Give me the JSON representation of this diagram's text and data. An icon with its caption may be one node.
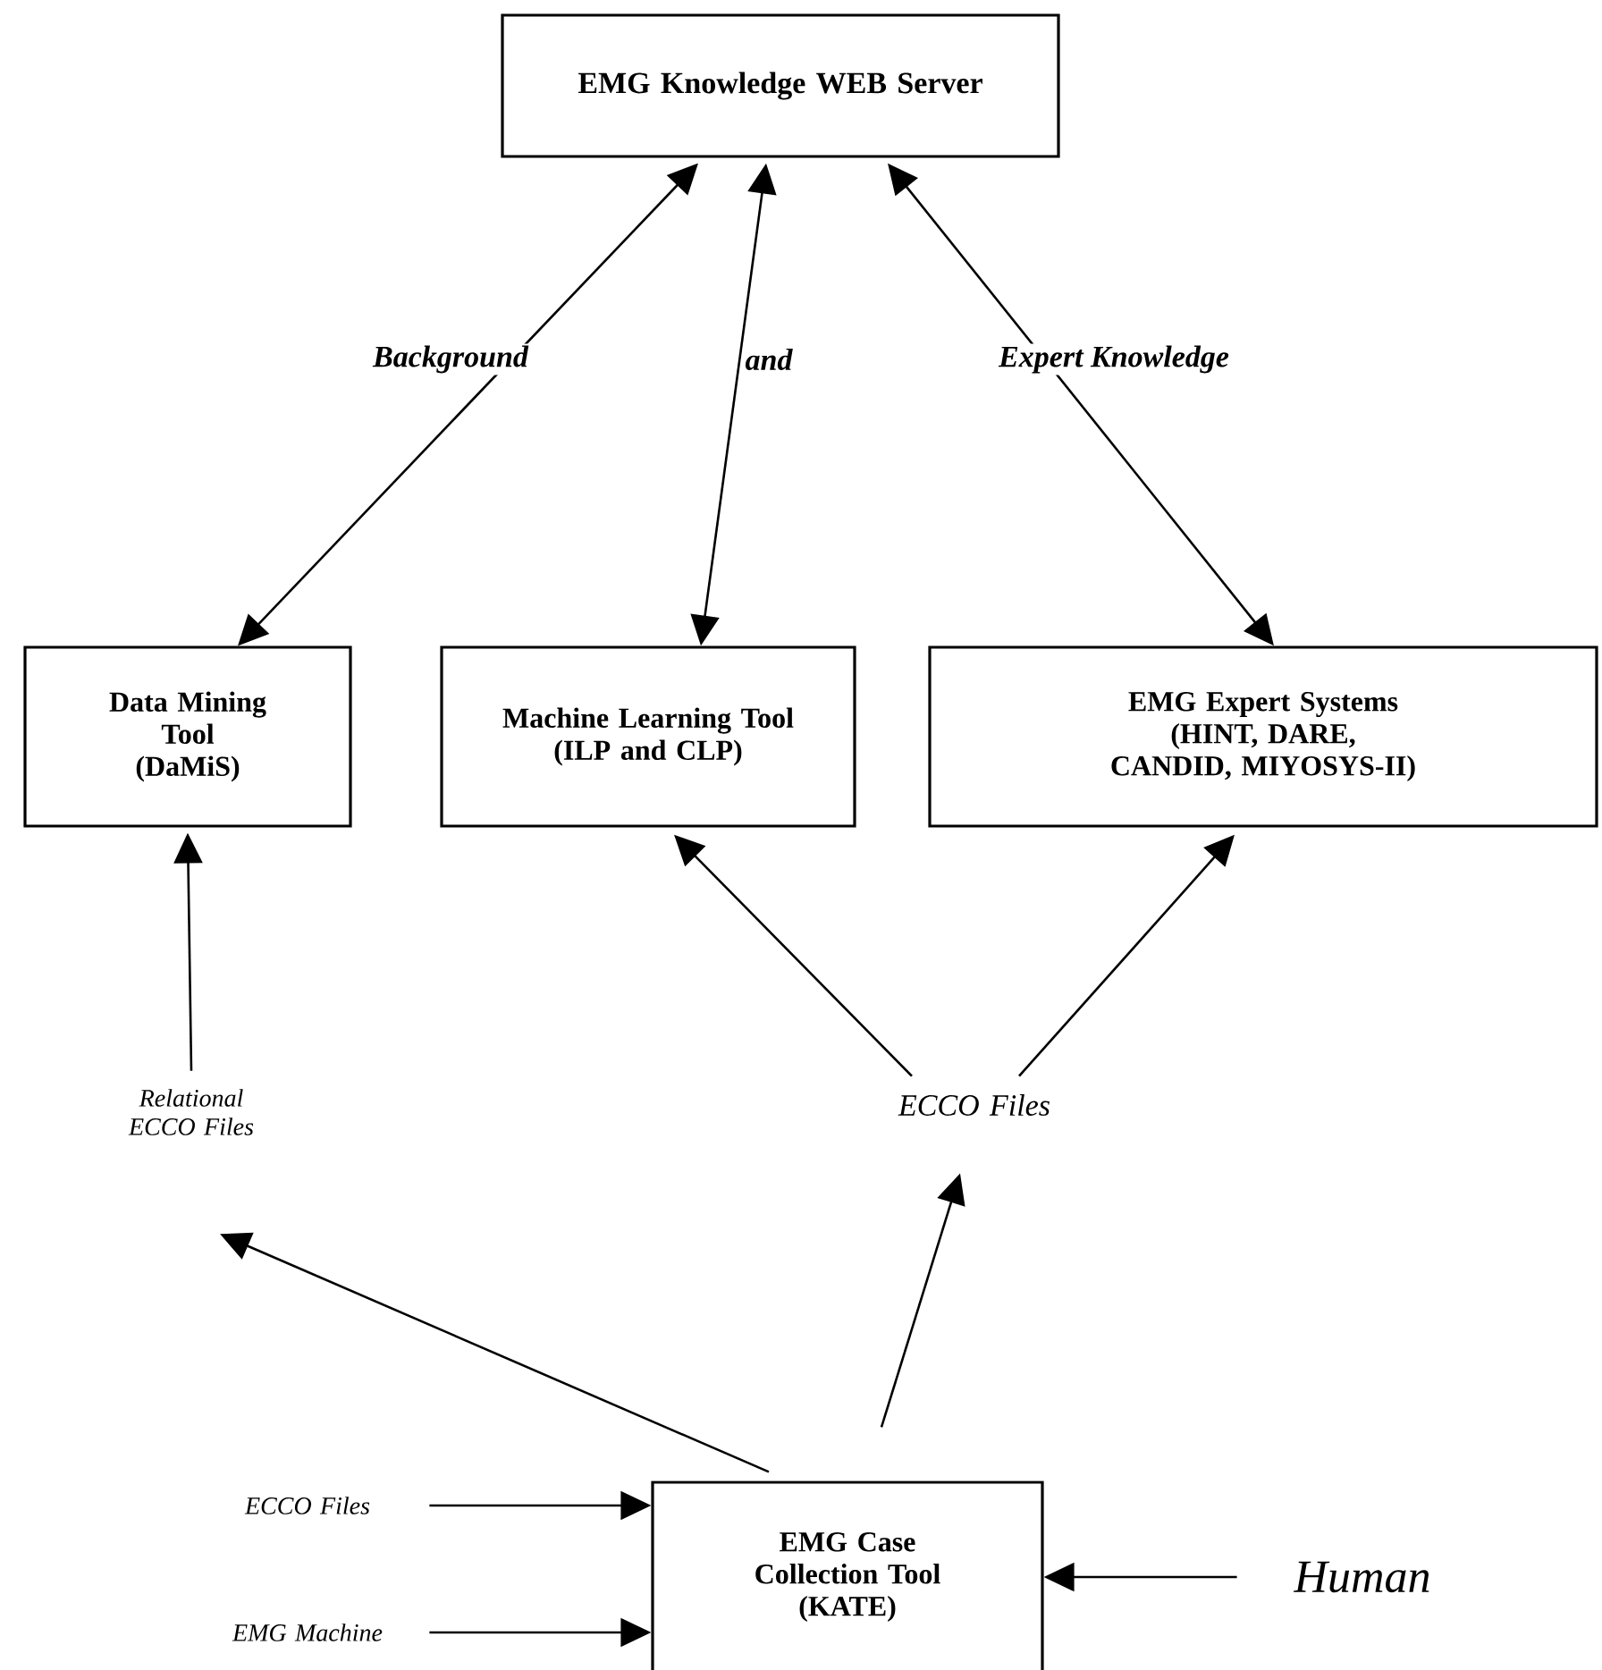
{
  "diagram": {
    "nodes": [
      {
        "text": [
          "EMG Knowledge WEB Server"
        ]
      },
      {
        "text": [
          "Data Mining Tool",
          "(DaMiS)"
        ]
      },
      {
        "text": [
          "Machine Learning Tool",
          "(ILP and CLP)"
        ]
      },
      {
        "text": [
          "EMG Expert Systems",
          "(HINT, DARE, CANDID, MIYOSYS-II)"
        ]
      },
      {
        "text": [
          "Relational ECCO Files"
        ]
      },
      {
        "text": [
          "ECCO Files"
        ]
      },
      {
        "text": [
          "EMG Case Collection Tool",
          "(KATE)"
        ]
      },
      {
        "text": [
          "ECCO Files"
        ]
      },
      {
        "text": [
          "EMG Machine"
        ]
      },
      {
        "text": [
          "Human"
        ]
      }
    ],
    "edges": [
      {
        "from": 0,
        "to": 1,
        "arrow": "both",
        "label": "Background"
      },
      {
        "from": 0,
        "to": 2,
        "arrow": "both",
        "label": "and"
      },
      {
        "from": 0,
        "to": 3,
        "arrow": "both",
        "label": "Expert Knowledge"
      },
      {
        "from": 4,
        "to": 1,
        "arrow": "to"
      },
      {
        "from": 5,
        "to": 2,
        "arrow": "to"
      },
      {
        "from": 5,
        "to": 3,
        "arrow": "to"
      },
      {
        "from": 6,
        "to": 4,
        "arrow": "to"
      },
      {
        "from": 6,
        "to": 5,
        "arrow": "to"
      },
      {
        "from": 7,
        "to": 6,
        "arrow": "to"
      },
      {
        "from": 8,
        "to": 6,
        "arrow": "to"
      },
      {
        "from": 9,
        "to": 6,
        "arrow": "to"
      }
    ]
  }
}
